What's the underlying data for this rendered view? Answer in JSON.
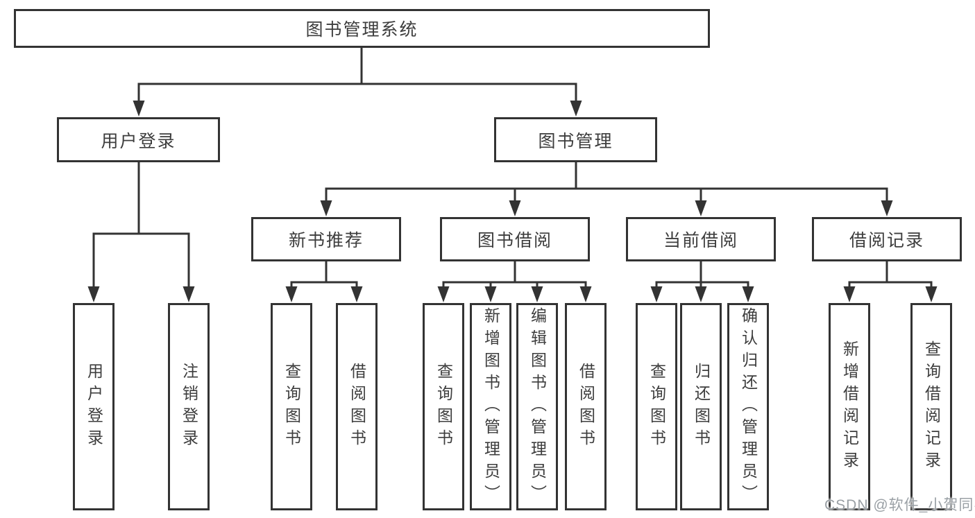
{
  "tree": {
    "root": "图书管理系统",
    "branches": [
      {
        "label": "用户登录",
        "children": [
          "用户登录",
          "注销登录"
        ]
      },
      {
        "label": "图书管理",
        "groups": [
          {
            "label": "新书推荐",
            "children": [
              "查询图书",
              "借阅图书"
            ]
          },
          {
            "label": "图书借阅",
            "children": [
              "查询图书",
              "新增图书（管理员）",
              "编辑图书（管理员）",
              "借阅图书"
            ]
          },
          {
            "label": "当前借阅",
            "children": [
              "查询图书",
              "归还图书",
              "确认归还（管理员）"
            ]
          },
          {
            "label": "借阅记录",
            "children": [
              "新增借阅记录",
              "查询借阅记录"
            ]
          }
        ]
      }
    ]
  },
  "watermark": {
    "text": "CSDN @软件_小贺同学"
  },
  "colors": {
    "line": "#333333",
    "box_border": "#333333",
    "text": "#3d3d3d",
    "watermark": "#9aa0a5",
    "background": "#ffffff"
  }
}
